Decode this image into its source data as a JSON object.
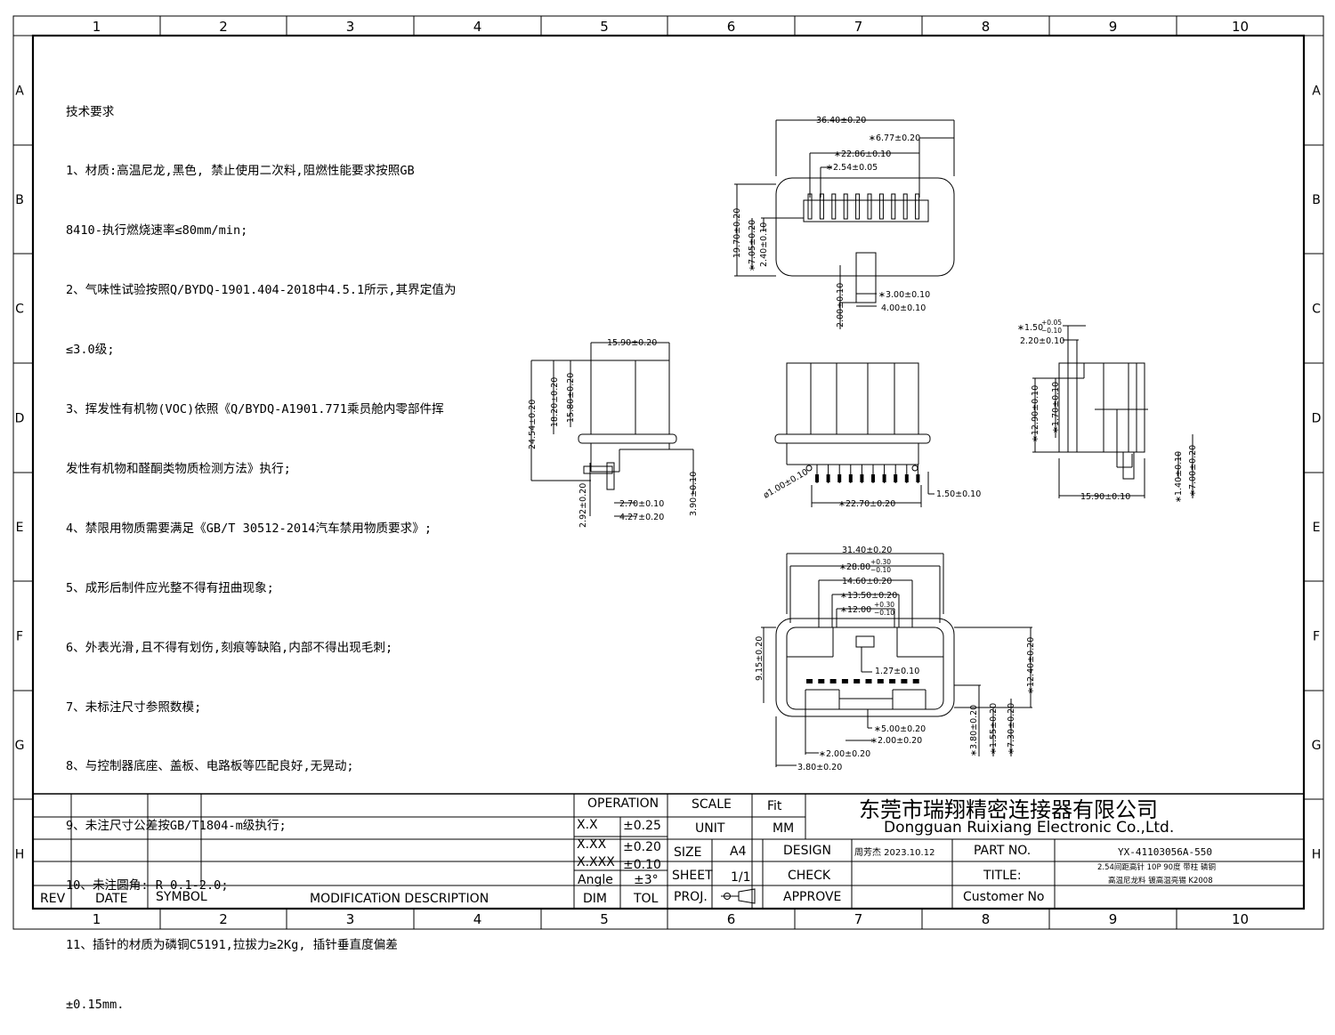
{
  "notes": {
    "title": "技术要求",
    "lines": [
      "1、材质:高温尼龙,黑色, 禁止使用二次料,阻燃性能要求按照GB",
      "8410-执行燃烧速率≤80mm/min;",
      "2、气味性试验按照Q/BYDQ-1901.404-2018中4.5.1所示,其界定值为",
      "≤3.0级;",
      "3、挥发性有机物(VOC)依照《Q/BYDQ-A1901.771乘员舱内零部件挥",
      "发性有机物和醛酮类物质检测方法》执行;",
      "4、禁限用物质需要满足《GB/T 30512-2014汽车禁用物质要求》;",
      "5、成形后制件应光整不得有扭曲现象;",
      "6、外表光滑,且不得有划伤,刻痕等缺陷,内部不得出现毛刺;",
      "7、未标注尺寸参照数模;",
      "8、与控制器底座、盖板、电路板等匹配良好,无晃动;",
      "9、未注尺寸公差按GB/T1804-m级执行;",
      "10、未注圆角: R 0.1-2.0;",
      "11、插针的材质为磷铜C5191,拉拔力≥2Kg, 插针垂直度偏差",
      "±0.15mm."
    ]
  },
  "frame": {
    "col_numbers": [
      "1",
      "2",
      "3",
      "4",
      "5",
      "6",
      "7",
      "8",
      "9",
      "10"
    ],
    "row_letters": [
      "A",
      "B",
      "C",
      "D",
      "E",
      "F",
      "G",
      "H"
    ]
  },
  "dims": {
    "top": [
      "36.40±0.20",
      "∗6.77±0.20",
      "∗22.86±0.10",
      "∗2.54±0.05",
      "19.70±0.20",
      "∗7.05±0.20",
      "2.40±0.10",
      "2.00±0.10",
      "∗3.00±0.10",
      "4.00±0.10"
    ],
    "side": [
      "15.90±0.20",
      "24.54±0.20",
      "18.20±0.20",
      "15.80±0.20",
      "2.92±0.20",
      "2.70±0.10",
      "4.27±0.20",
      "3.90±0.10"
    ],
    "front": [
      "ø1.00±0.10",
      "∗22.70±0.20",
      "1.50±0.10"
    ],
    "right": [
      "∗1.50",
      "+0.05",
      "−0.10",
      "2.20±0.10",
      "∗12.90±0.10",
      "∗1.70±0.10",
      "15.90±0.10",
      "∗1.40±0.10",
      "∗7.00±0.20"
    ],
    "bottom": [
      "31.40±0.20",
      "∗28.80",
      "+0.30",
      "−0.10",
      "14.60±0.20",
      "∗13.50±0.20",
      "∗12.00",
      "+0.30",
      "−0.10",
      "9.15±0.20",
      "1.27±0.10",
      "∗12.40±0.20",
      "∗5.00±0.20",
      "∗2.00±0.20",
      "∗2.00±0.20",
      "3.80±0.20",
      "∗3.80±0.20",
      "∗1.55±0.20",
      "∗7.30±0.20"
    ]
  },
  "title_block": {
    "operation_label": "OPERATION",
    "tolerances": [
      {
        "label": "X.X",
        "value": "±0.25"
      },
      {
        "label": "X.XX",
        "value": "±0.20"
      },
      {
        "label": "X.XXX",
        "value": "±0.10"
      },
      {
        "label": "Angle",
        "value": "±3°"
      }
    ],
    "dim_label": "DIM",
    "tol_label": "TOL",
    "scale_label": "SCALE",
    "scale_value": "Fit",
    "unit_label": "UNIT",
    "unit_value": "MM",
    "size_label": "SIZE",
    "size_value": "A4",
    "sheet_label": "SHEET",
    "sheet_value": "1/1",
    "proj_label": "PROJ.",
    "design_label": "DESIGN",
    "design_value": "周芳杰  2023.10.12",
    "check_label": "CHECK",
    "approve_label": "APPROVE",
    "company_cn": "东莞市瑞翔精密连接器有限公司",
    "company_en": "Dongguan Ruixiang Electronic Co.,Ltd.",
    "part_no_label": "PART NO.",
    "part_no_value": "YX-41103056A-550",
    "title_label": "TITLE:",
    "title_line1": "2.54间距高针 10P 90度 带柱 磷铜",
    "title_line2": "高温尼龙料 镀高温亮锡 K2008",
    "customer_label": "Customer No",
    "rev_label": "REV",
    "date_label": "DATE",
    "symbol_label": "SYMBOL",
    "mod_label": "MODIFICATiON  DESCRIPTION"
  }
}
